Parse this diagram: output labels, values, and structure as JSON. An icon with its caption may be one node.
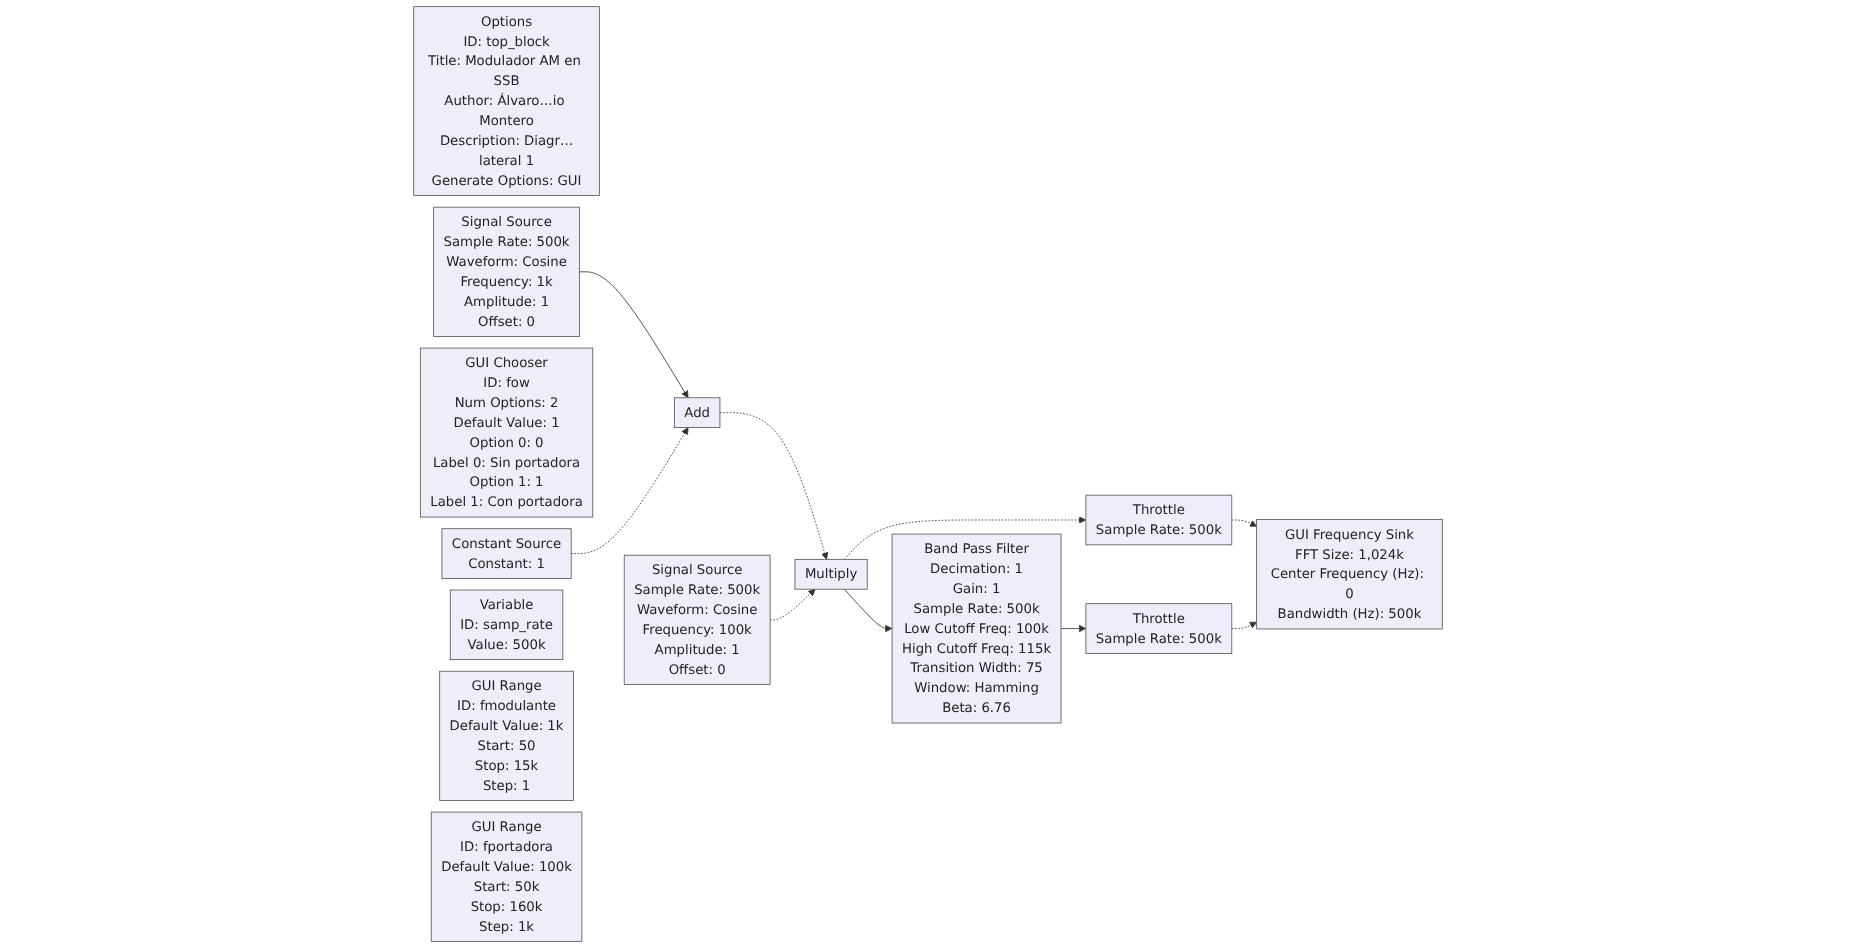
{
  "diagram": {
    "nodes": [
      {
        "text": [
          "Options",
          "ID: top_block",
          "Title: Modulador AM en SSB",
          "Author: Álvaro…io Montero",
          "Description: Diagr…lateral 1",
          "Generate Options: GUI"
        ]
      },
      {
        "text": [
          "Signal Source",
          "Sample Rate: 500k",
          "Waveform: Cosine",
          "Frequency: 1k",
          "Amplitude: 1",
          "Offset: 0"
        ]
      },
      {
        "text": [
          "Add"
        ]
      },
      {
        "text": [
          "Multiply"
        ]
      },
      {
        "text": [
          "Band Pass Filter",
          "Decimation: 1",
          "Gain: 1",
          "Sample Rate: 500k",
          "Low Cutoff Freq: 100k",
          "High Cutoff Freq: 115k",
          "Transition Width: 75",
          "Window: Hamming",
          "Beta: 6.76"
        ]
      },
      {
        "text": [
          "GUI Chooser",
          "ID: fow",
          "Num Options: 2",
          "Default Value: 1",
          "Option 0: 0",
          "Label 0: Sin portadora",
          "Option 1: 1",
          "Label 1: Con portadora"
        ]
      },
      {
        "text": [
          "Constant Source",
          "Constant: 1"
        ]
      },
      {
        "text": [
          "Variable",
          "ID: samp_rate",
          "Value: 500k"
        ]
      },
      {
        "text": [
          "Signal Source",
          "Sample Rate: 500k",
          "Waveform: Cosine",
          "Frequency: 100k",
          "Amplitude: 1",
          "Offset: 0"
        ]
      },
      {
        "text": [
          "Throttle",
          "Sample Rate: 500k"
        ]
      },
      {
        "text": [
          "Throttle",
          "Sample Rate: 500k"
        ]
      },
      {
        "text": [
          "GUI Range",
          "ID: fmodulante",
          "Default Value: 1k",
          "Start: 50",
          "Stop: 15k",
          "Step: 1"
        ]
      },
      {
        "text": [
          "GUI Range",
          "ID: fportadora",
          "Default Value: 100k",
          "Start: 50k",
          "Stop: 160k",
          "Step: 1k"
        ]
      },
      {
        "text": [
          "GUI Frequency Sink",
          "FFT Size: 1,024k",
          "Center Frequency (Hz): 0",
          "Bandwidth (Hz): 500k"
        ]
      }
    ],
    "edges": [
      {
        "from": 1,
        "to": 2,
        "arrow": "to"
      },
      {
        "from": 6,
        "to": 2,
        "arrow": "to",
        "style": "dashed"
      },
      {
        "from": 2,
        "to": 3,
        "arrow": "to",
        "style": "dashed"
      },
      {
        "from": 8,
        "to": 3,
        "arrow": "to",
        "style": "dashed"
      },
      {
        "from": 3,
        "to": 4,
        "arrow": "to"
      },
      {
        "from": 3,
        "to": 9,
        "arrow": "to",
        "style": "dashed"
      },
      {
        "from": 4,
        "to": 10,
        "arrow": "to"
      },
      {
        "from": 9,
        "to": 13,
        "arrow": "to",
        "style": "dashed"
      },
      {
        "from": 10,
        "to": 13,
        "arrow": "to",
        "style": "dashed"
      }
    ]
  }
}
